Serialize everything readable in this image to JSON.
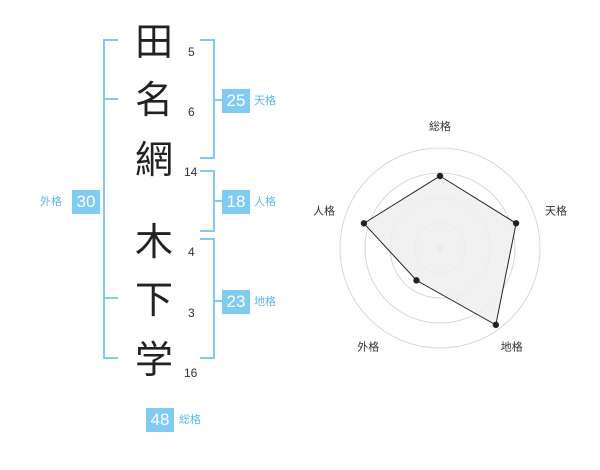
{
  "name": {
    "surname": [
      {
        "char": "田",
        "strokes": "5"
      },
      {
        "char": "名",
        "strokes": "6"
      },
      {
        "char": "網",
        "strokes": "14"
      }
    ],
    "given": [
      {
        "char": "木",
        "strokes": "4"
      },
      {
        "char": "下",
        "strokes": "3"
      },
      {
        "char": "学",
        "strokes": "16"
      }
    ]
  },
  "fortunes": {
    "tenkaku": {
      "value": "25",
      "label": "天格"
    },
    "jinkaku": {
      "value": "18",
      "label": "人格"
    },
    "chikaku": {
      "value": "23",
      "label": "地格"
    },
    "gaikaku": {
      "value": "30",
      "label": "外格"
    },
    "soukaku": {
      "value": "48",
      "label": "総格"
    }
  },
  "colors": {
    "accent": "#7fcbf2",
    "bracket": "#7fcbf2",
    "radar_fill": "#efefef"
  },
  "chart_data": {
    "type": "radar",
    "axes": [
      "総格",
      "天格",
      "地格",
      "外格",
      "人格"
    ],
    "values": [
      0.72,
      0.8,
      0.95,
      0.4,
      0.8
    ],
    "range": [
      0,
      1
    ],
    "rings": 4
  }
}
